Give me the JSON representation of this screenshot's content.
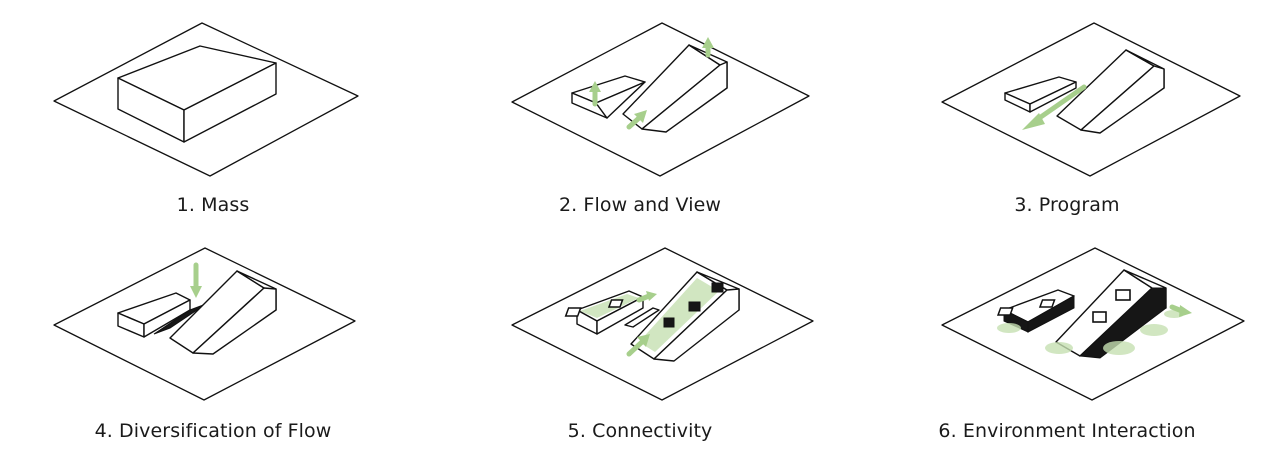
{
  "panels": [
    {
      "id": "mass",
      "caption": "1. Mass"
    },
    {
      "id": "flow-view",
      "caption": "2. Flow and View"
    },
    {
      "id": "program",
      "caption": "3. Program"
    },
    {
      "id": "diversification",
      "caption": "4. Diversification of Flow"
    },
    {
      "id": "connectivity",
      "caption": "5. Connectivity"
    },
    {
      "id": "environment",
      "caption": "6. Environment Interaction"
    }
  ],
  "colors": {
    "line": "#111111",
    "arrow_green": "#a7cf8c",
    "vegetation_green": "#c5e0b1",
    "background": "#ffffff"
  }
}
